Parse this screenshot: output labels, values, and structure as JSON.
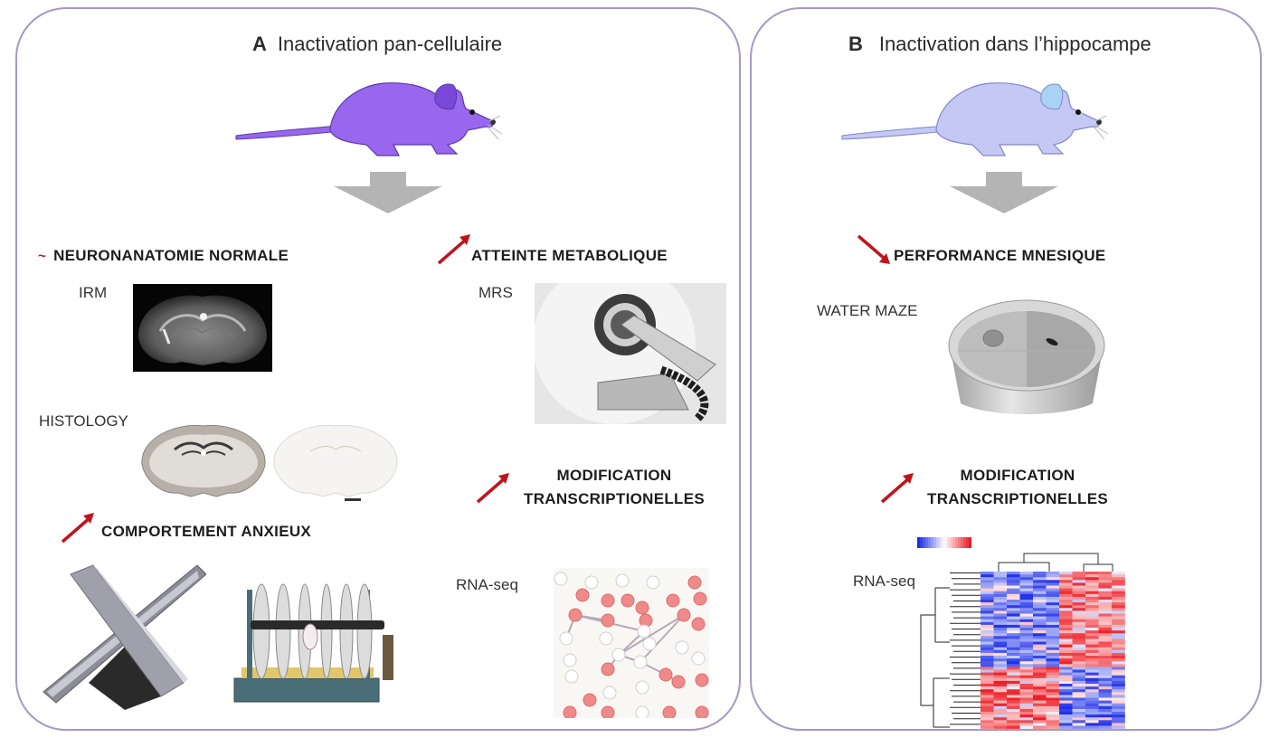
{
  "panel_a": {
    "letter": "A",
    "title": "Inactivation pan-cellulaire",
    "mouse_color": "#9966ee",
    "findings": [
      {
        "marker": "~",
        "marker_meaning": "unchanged",
        "label": "NEURONANATOMIE NORMALE"
      },
      {
        "marker": "arrow-up",
        "label": "ATTEINTE METABOLIQUE"
      },
      {
        "marker": "arrow-up",
        "label": "COMPORTEMENT ANXIEUX"
      },
      {
        "marker": "arrow-up",
        "label_line1": "MODIFICATION",
        "label_line2": "TRANSCRIPTIONELLES"
      }
    ],
    "methods": {
      "irm": "IRM",
      "histology": "HISTOLOGY",
      "mrs": "MRS",
      "rnaseq": "RNA-seq"
    }
  },
  "panel_b": {
    "letter": "B",
    "title": "Inactivation dans l’hippocampe",
    "mouse_color": "#c4c8f4",
    "findings": [
      {
        "marker": "arrow-down",
        "label": "PERFORMANCE MNESIQUE"
      },
      {
        "marker": "arrow-up",
        "label_line1": "MODIFICATION",
        "label_line2": "TRANSCRIPTIONELLES"
      }
    ],
    "methods": {
      "water_maze": "WATER MAZE",
      "rnaseq": "RNA-seq"
    }
  },
  "colors": {
    "panel_border": "#a898c4",
    "arrow_red": "#c0141c",
    "flow_arrow_gray": "#b4b4b4",
    "heatmap_low": "#1c2ee8",
    "heatmap_mid": "#ffffff",
    "heatmap_high": "#ee1c24"
  }
}
